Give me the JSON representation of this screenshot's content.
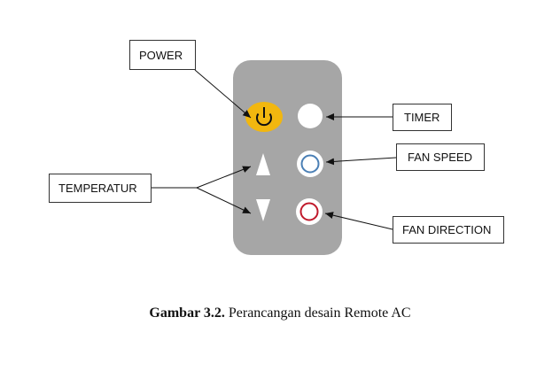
{
  "labels": {
    "power": "POWER",
    "timer": "TIMER",
    "fan_speed": "FAN SPEED",
    "temperature": "TEMPERATUR",
    "fan_direction": "FAN DIRECTION"
  },
  "caption": {
    "prefix": "Gambar 3.2.",
    "text": " Perancangan desain Remote AC"
  },
  "colors": {
    "remote_body": "#a6a6a6",
    "power_button": "#f2b70f",
    "fan_speed_ring": "#4a7fb5",
    "fan_direction_ring": "#c0192b",
    "button_white": "#ffffff"
  },
  "icons": {
    "power": "power-icon",
    "temp_up": "triangle-up-icon",
    "temp_down": "triangle-down-icon"
  }
}
